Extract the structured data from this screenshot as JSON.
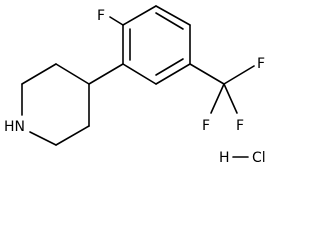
{
  "molecule": {
    "atoms": {
      "fluoro": "F",
      "amine": "HN",
      "cf3_f1": "F",
      "cf3_f2": "F",
      "cf3_f3": "F"
    },
    "salt": {
      "hydrogen": "H",
      "chlorine": "Cl"
    }
  }
}
